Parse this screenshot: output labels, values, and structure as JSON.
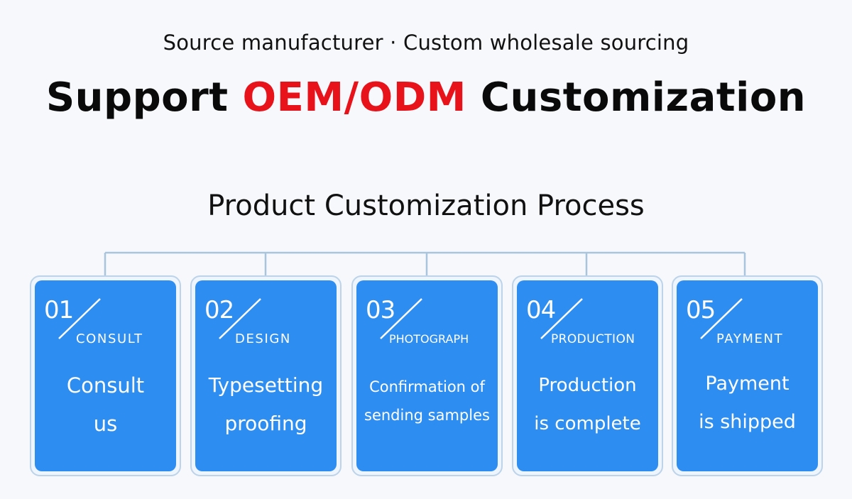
{
  "header": {
    "subtitle": "Source manufacturer · Custom wholesale sourcing",
    "headline_prefix": "Support ",
    "headline_accent": "OEM/ODM",
    "headline_suffix": " Customization",
    "accent_color": "#e8121a"
  },
  "process": {
    "title": "Product Customization Process",
    "steps": [
      {
        "number": "01",
        "code": "CONSULT",
        "line1": "Consult",
        "line2": "us"
      },
      {
        "number": "02",
        "code": "DESIGN",
        "line1": "Typesetting",
        "line2": "proofing"
      },
      {
        "number": "03",
        "code": "PHOTOGRAPH",
        "line1": "Confirmation of",
        "line2": "sending samples"
      },
      {
        "number": "04",
        "code": "PRODUCTION",
        "line1": "Production",
        "line2": "is complete"
      },
      {
        "number": "05",
        "code": "PAYMENT",
        "line1": "Payment",
        "line2": "is shipped"
      }
    ],
    "card_color": "#2e8df0",
    "connector_color": "#a9c4dd",
    "slash_icon": "diagonal-slash-icon"
  }
}
